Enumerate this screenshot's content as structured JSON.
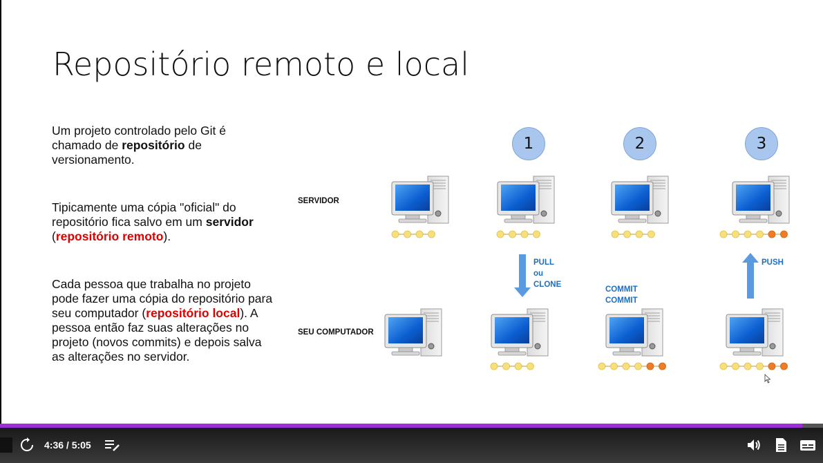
{
  "slide": {
    "title": "Repositório remoto e local",
    "paragraphs": {
      "p1": {
        "a": "Um projeto controlado pelo Git é chamado de ",
        "b": "repositório",
        "c": " de versionamento."
      },
      "p2": {
        "a": "Tipicamente uma cópia \"oficial\" do repositório fica salvo em um ",
        "b": "servidor",
        "c": " (",
        "d": "repositório remoto",
        "e": ")."
      },
      "p3": {
        "a": "Cada pessoa que trabalha no projeto pode fazer uma cópia do repositório para seu computador (",
        "b": "repositório local",
        "c": "). A pessoa então faz suas alterações no projeto (novos commits) e depois salva as alterações no servidor."
      }
    },
    "diagram": {
      "row_labels": {
        "server": "SERVIDOR",
        "computer": "SEU COMPUTADOR"
      },
      "steps": [
        "1",
        "2",
        "3"
      ],
      "actions": {
        "pull": [
          "PULL",
          "ou",
          "CLONE"
        ],
        "commit": [
          "COMMIT",
          "COMMIT"
        ],
        "push": [
          "PUSH"
        ]
      },
      "commit_counts": {
        "server": [
          4,
          4,
          4,
          6
        ],
        "computer": [
          0,
          4,
          6,
          6
        ]
      },
      "colors": {
        "commit_yellow": "#f7df7a",
        "commit_orange": "#f07c24",
        "arrow_blue": "#5a9ae0",
        "action_text": "#1e6fc0",
        "step_circle": "#a9c7ee"
      }
    }
  },
  "player": {
    "time": "4:36 / 5:05",
    "progress": 0.975,
    "progress_color": "#9b30d9",
    "icons": [
      "replay-icon",
      "playlist-icon",
      "volume-icon",
      "transcript-icon",
      "captions-icon"
    ]
  }
}
